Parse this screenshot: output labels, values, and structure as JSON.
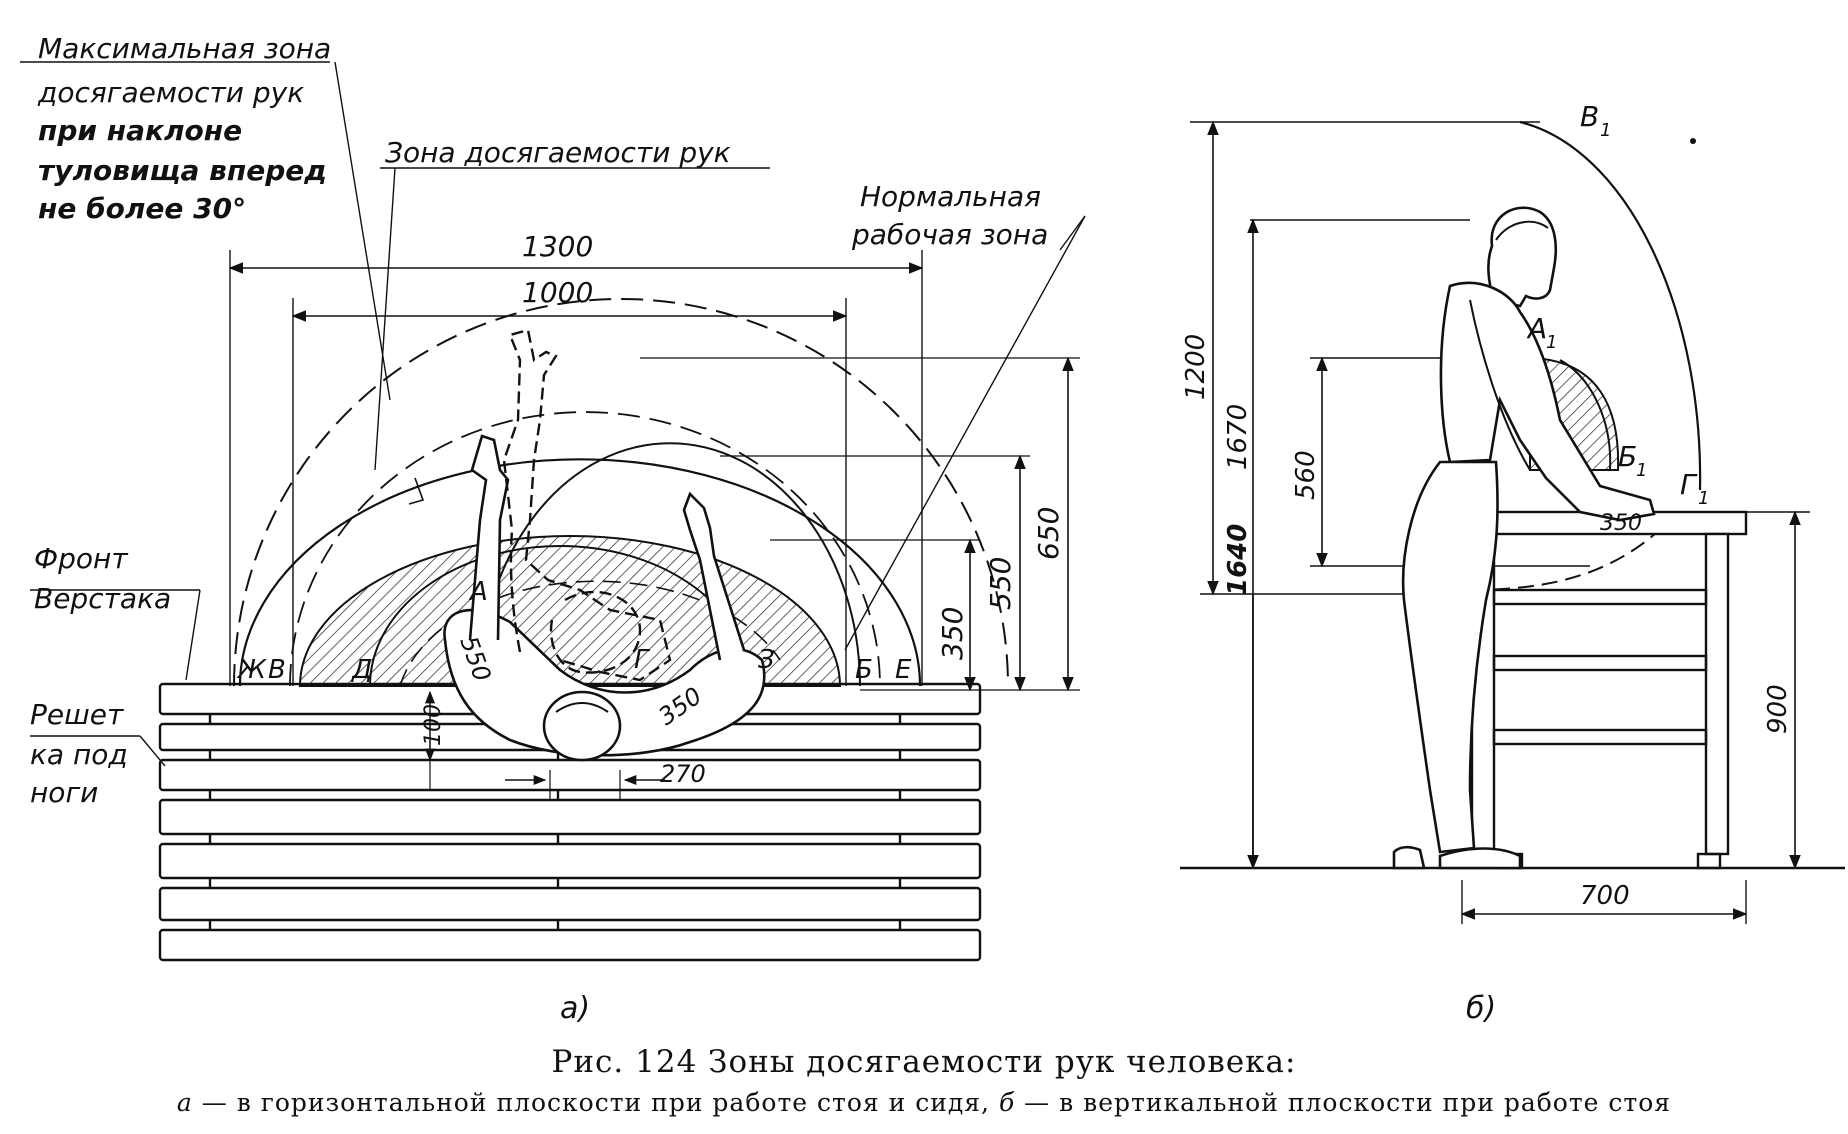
{
  "figure_a": {
    "max_zone_label": [
      "Максимальная зона",
      "досягаемости рук",
      "при наклоне",
      "туловища вперед",
      "не более 30°"
    ],
    "reach_zone_label": "Зона досягаемости рук",
    "normal_zone_label": [
      "Нормальная",
      "рабочая зона"
    ],
    "workbench_front_label": [
      "Фронт",
      "Верстака"
    ],
    "foot_grid_label": [
      "Решет",
      "ка под",
      "ноги"
    ],
    "dim_1300": "1300",
    "dim_1000": "1000",
    "dim_650": "650",
    "dim_550": "550",
    "dim_350": "350",
    "dim_100": "100",
    "dim_270": "270",
    "arm_left_550": "550",
    "arm_right_350": "350",
    "points": {
      "zh": "Ж",
      "v": "В",
      "d": "Д",
      "a": "А",
      "g": "Г",
      "z": "З",
      "b": "Б",
      "e": "Е"
    },
    "sub_label": "а)"
  },
  "figure_b": {
    "b1": "В",
    "a1": "А",
    "be1": "Б",
    "g1": "Г",
    "subscript": "1",
    "dim_1200": "1200",
    "dim_1670": "1670",
    "dim_1640": "1640",
    "dim_560": "560",
    "dim_350": "350",
    "dim_900": "900",
    "dim_700": "700",
    "sub_label": "б)"
  },
  "caption": {
    "title": "Рис. 124  Зоны досягаемости рук человека:",
    "a_prefix": "а",
    "a_text": " — в горизонтальной плоскости при работе стоя и сидя, ",
    "b_prefix": "б",
    "b_text": " — в вертикальной плоскости при работе стоя"
  }
}
